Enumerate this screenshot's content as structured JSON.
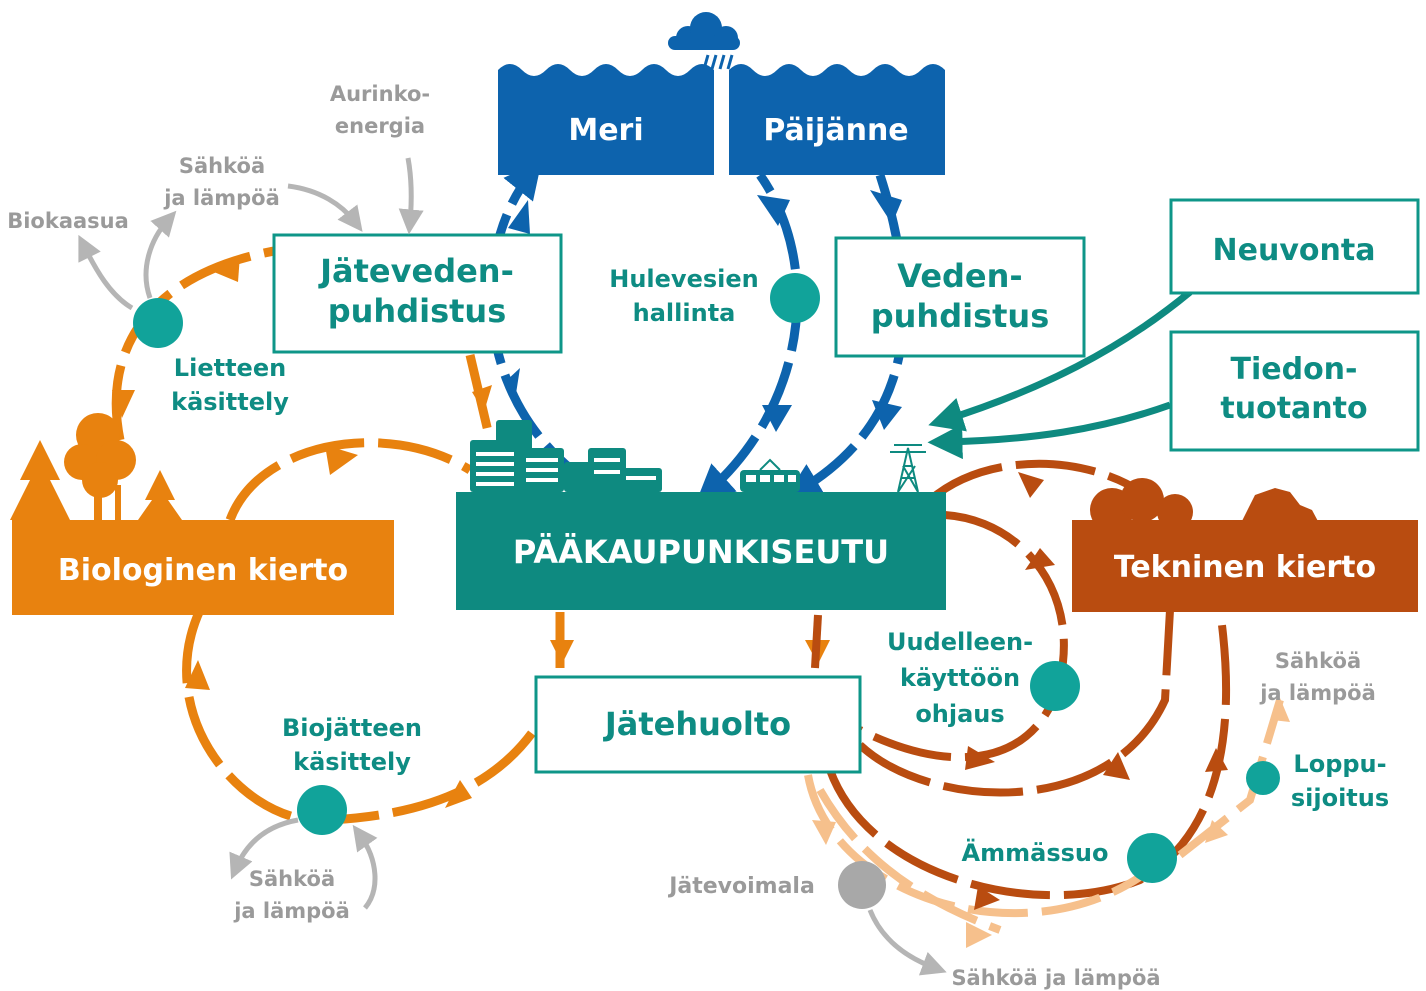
{
  "colors": {
    "orange": "#e8820f",
    "light_orange": "#f6c08c",
    "dark_orange": "#b94c10",
    "blue": "#0d63ad",
    "teal": "#0e8a80",
    "teal_node": "#11a39a",
    "gray": "#a8a8a8"
  },
  "water": {
    "meri": "Meri",
    "paijanne": "Päijänne"
  },
  "center": {
    "title": "PÄÄKAUPUNKISEUTU"
  },
  "biological": {
    "title": "Biologinen kierto"
  },
  "technical": {
    "title": "Tekninen kierto"
  },
  "boxes": {
    "jatevedenpuhdistus": [
      "Jäteveden-",
      "puhdistus"
    ],
    "vedenpuhdistus": [
      "Veden-",
      "puhdistus"
    ],
    "neuvonta": "Neuvonta",
    "tiedontuotanto": [
      "Tiedon-",
      "tuotanto"
    ],
    "jatehuolto": "Jätehuolto"
  },
  "labels": {
    "hulevesien": [
      "Hulevesien",
      "hallinta"
    ],
    "lietteen": [
      "Lietteen",
      "käsittely"
    ],
    "biojatteen": [
      "Biojätteen",
      "käsittely"
    ],
    "uudelleen": [
      "Uudelleen-",
      "käyttöön",
      "ohjaus"
    ],
    "loppusijoitus": [
      "Loppu-",
      "sijoitus"
    ],
    "ammassuo": "Ämmässuo"
  },
  "gray_labels": {
    "aurinkoenergia": [
      "Aurinko-",
      "energia"
    ],
    "sahkoa_top": [
      "Sähköä",
      "ja lämpöä"
    ],
    "biokaasua": "Biokaasua",
    "sahkoa_bottom": [
      "Sähköä",
      "ja lämpöä"
    ],
    "sahkoa_right": [
      "Sähköä",
      "ja lämpöä"
    ],
    "jatevoimala": "Jätevoimala",
    "sahkoa_jatevoimala": "Sähköä ja lämpöä"
  },
  "icons": [
    "cloud-rain-icon",
    "city-buildings-icon",
    "tram-icon",
    "power-pylon-icon",
    "trees-icon",
    "scrap-pile-icon"
  ]
}
